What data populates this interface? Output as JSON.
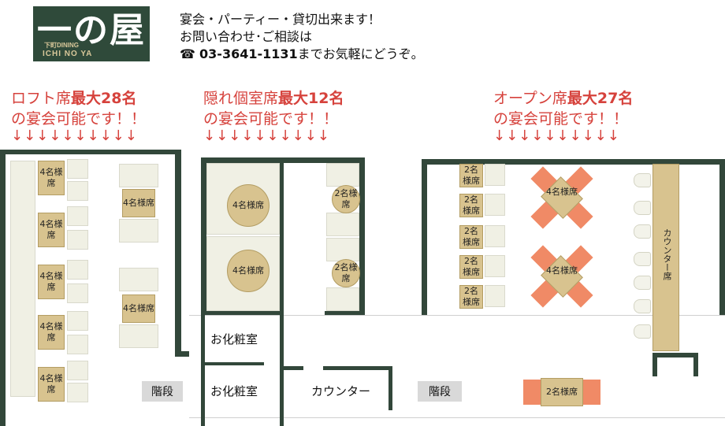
{
  "logo": {
    "main": "一の屋",
    "sub1": "下町DINING",
    "sub2": "ICHI NO YA"
  },
  "info": {
    "line1": "宴会・パーティー・貸切出来ます！",
    "line2": "お問い合わせ･ご相談は",
    "phone_icon": "☎",
    "phone": "03-3641-1131",
    "line3_tail": "までお気軽にどうぞ。"
  },
  "sections": {
    "loft": {
      "line1_a": "ロフト席",
      "line1_b": "最大28名",
      "line2": "の宴会可能です！！",
      "arrows": "↓↓↓↓↓↓↓↓↓↓"
    },
    "private": {
      "line1_a": "隠れ個室席",
      "line1_b": "最大12名",
      "line2": "の宴会可能です！！",
      "arrows": "↓↓↓↓↓↓↓↓↓↓"
    },
    "open": {
      "line1_a": "オープン席",
      "line1_b": "最大27名",
      "line2": "の宴会可能です！！",
      "arrows": "↓↓↓↓↓↓↓↓↓↓"
    }
  },
  "tables": {
    "t4": "4名様席",
    "t2": "2名様席"
  },
  "rooms": {
    "restroom1": "お化粧室",
    "restroom2": "お化粧室",
    "counter_label": "カウンター",
    "counter_seat": "カウンター席",
    "stairs1": "階段",
    "stairs2": "階段"
  },
  "colors": {
    "wall": "#32473a",
    "accent_red": "#d6423c",
    "table": "#d8c38f",
    "chair": "#f08a66"
  }
}
